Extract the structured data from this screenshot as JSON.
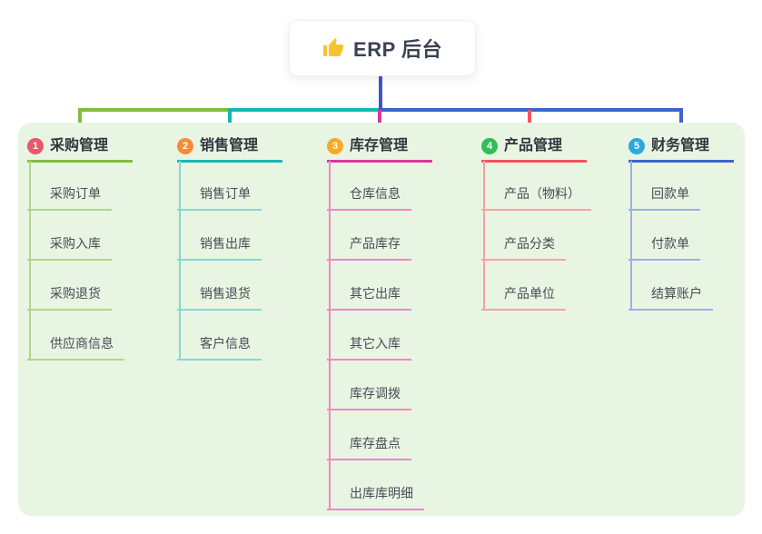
{
  "root": {
    "title": "ERP 后台",
    "icon": "thumbs-up-icon",
    "icon_color": "#f7c431"
  },
  "canvas": {
    "background": "#ffffff",
    "panel_background": "#e8f5e2",
    "root_connector_color": "#4353c8"
  },
  "branches": [
    {
      "number": "1",
      "label": "采购管理",
      "main_color": "#82bd3e",
      "light_color": "#aed689",
      "badge_color": "#ec5767",
      "children": [
        "采购订单",
        "采购入库",
        "采购退货",
        "供应商信息"
      ]
    },
    {
      "number": "2",
      "label": "销售管理",
      "main_color": "#14b8af",
      "light_color": "#86d8d2",
      "badge_color": "#f68b3b",
      "children": [
        "销售订单",
        "销售出库",
        "销售退货",
        "客户信息"
      ]
    },
    {
      "number": "3",
      "label": "库存管理",
      "main_color": "#d6399e",
      "light_color": "#f087c6",
      "badge_color": "#f7a928",
      "children": [
        "仓库信息",
        "产品库存",
        "其它出库",
        "其它入库",
        "库存调拨",
        "库存盘点",
        "出库库明细"
      ]
    },
    {
      "number": "4",
      "label": "产品管理",
      "main_color": "#f0555e",
      "light_color": "#f7a2a5",
      "badge_color": "#30be58",
      "children": [
        "产品（物料）",
        "产品分类",
        "产品单位"
      ]
    },
    {
      "number": "5",
      "label": "财务管理",
      "main_color": "#3d63ce",
      "light_color": "#9bb0e4",
      "badge_color": "#2ba8e0",
      "children": [
        "回款单",
        "付款单",
        "结算账户"
      ]
    }
  ]
}
